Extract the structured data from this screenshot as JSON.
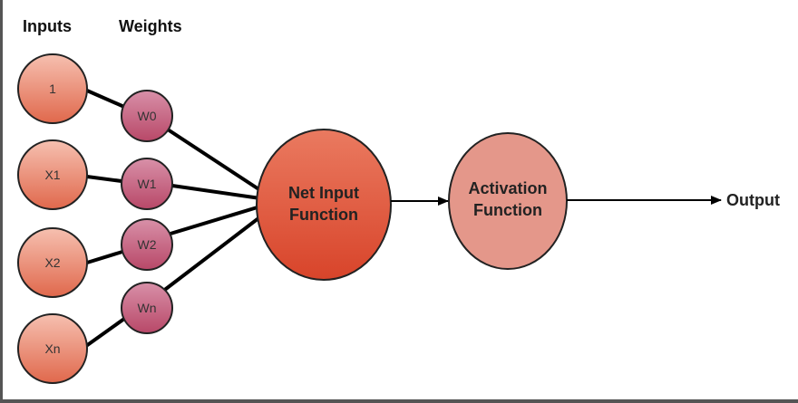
{
  "headers": {
    "inputs": "Inputs",
    "weights": "Weights"
  },
  "inputs": [
    "1",
    "X1",
    "X2",
    "Xn"
  ],
  "weights": [
    "W0",
    "W1",
    "W2",
    "Wn"
  ],
  "net_input": {
    "line1": "Net Input",
    "line2": "Function"
  },
  "activation": {
    "line1": "Activation",
    "line2": "Function"
  },
  "output": "Output",
  "colors": {
    "input": "#eb8f78",
    "weight": "#c4607f",
    "net": "#e0583c",
    "activation": "#e4978a",
    "line": "#000000"
  }
}
